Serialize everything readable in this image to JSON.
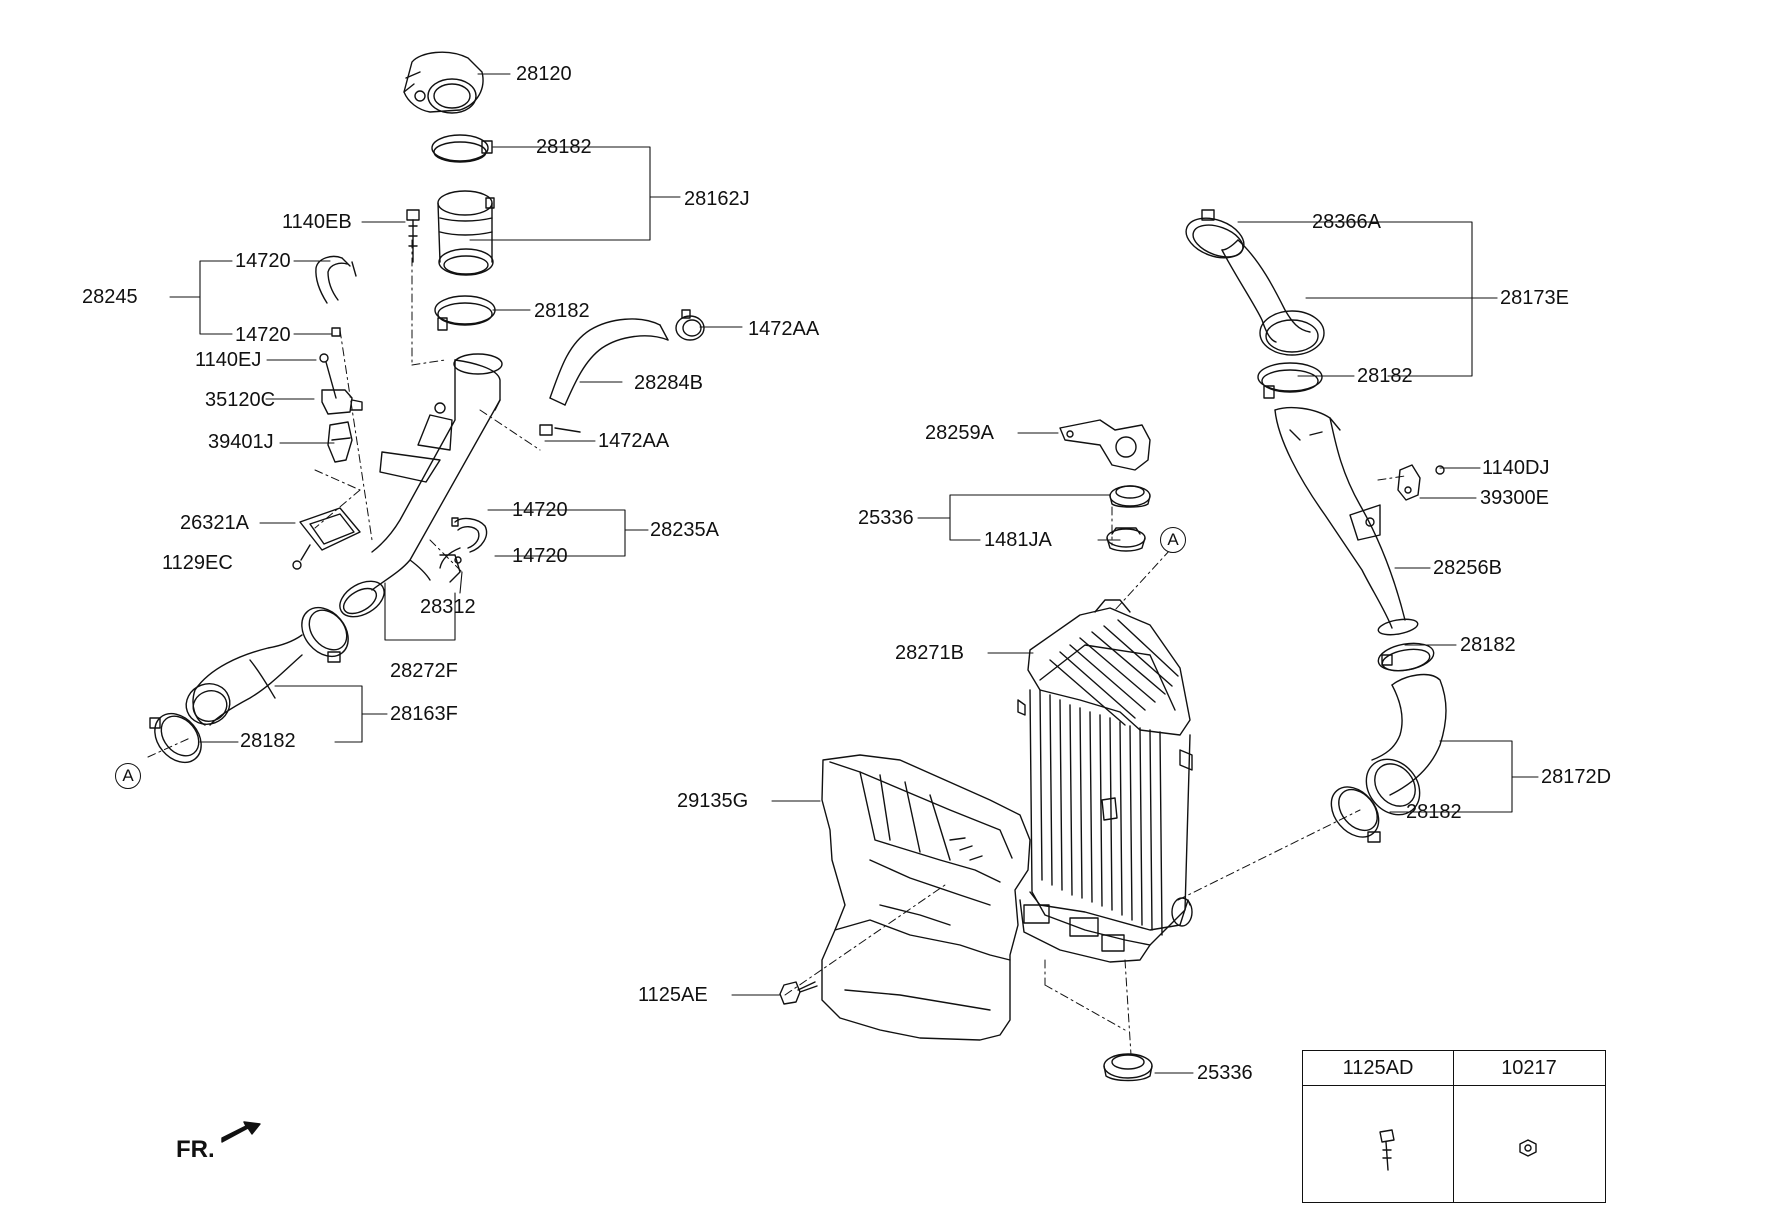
{
  "diagram": {
    "part_numbers": {
      "p28120": "28120",
      "p28182_a": "28182",
      "p28162J": "28162J",
      "p1140EB": "1140EB",
      "p14720_a": "14720",
      "p28245": "28245",
      "p14720_b": "14720",
      "p28182_b": "28182",
      "p1472AA_a": "1472AA",
      "p1140EJ": "1140EJ",
      "p28284B": "28284B",
      "p35120C": "35120C",
      "p39401J": "39401J",
      "p1472AA_b": "1472AA",
      "p14720_c": "14720",
      "p26321A": "26321A",
      "p28235A": "28235A",
      "p14720_d": "14720",
      "p1129EC": "1129EC",
      "p28312": "28312",
      "p28272F": "28272F",
      "p28163F": "28163F",
      "p28182_c": "28182",
      "p28366A": "28366A",
      "p28173E": "28173E",
      "p28182_d": "28182",
      "p28259A": "28259A",
      "p1140DJ": "1140DJ",
      "p39300E": "39300E",
      "p25336_a": "25336",
      "p1481JA": "1481JA",
      "p28256B": "28256B",
      "p28271B": "28271B",
      "p28182_e": "28182",
      "p28172D": "28172D",
      "p29135G": "29135G",
      "p28182_f": "28182",
      "p1125AE": "1125AE",
      "p25336_b": "25336"
    },
    "ref_symbol_a1": "A",
    "ref_symbol_a2": "A",
    "front_indicator": "FR.",
    "table": {
      "col1_header": "1125AD",
      "col2_header": "10217"
    }
  }
}
